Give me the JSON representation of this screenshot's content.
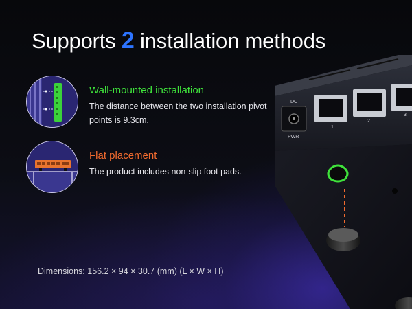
{
  "headline": {
    "prefix": "Supports",
    "number": "2",
    "suffix": "installation methods"
  },
  "methods": [
    {
      "title": "Wall-mounted installation",
      "description": "The distance between the two installation pivot points is 9.3cm.",
      "color": "#3fe23b",
      "icon": "wall-mount-illustration"
    },
    {
      "title": "Flat placement",
      "description": "The product includes non-slip foot pads.",
      "color": "#f06a2e",
      "icon": "flat-placement-illustration"
    }
  ],
  "device": {
    "dc_label": "DC",
    "pwr_label": "PWR",
    "port_numbers": [
      "1",
      "2",
      "3"
    ]
  },
  "dimensions": "Dimensions: 156.2 × 94 × 30.7 (mm) (L × W × H)",
  "colors": {
    "accent_blue": "#2d74ff",
    "wall_green": "#3fe23b",
    "flat_orange": "#f06a2e"
  }
}
